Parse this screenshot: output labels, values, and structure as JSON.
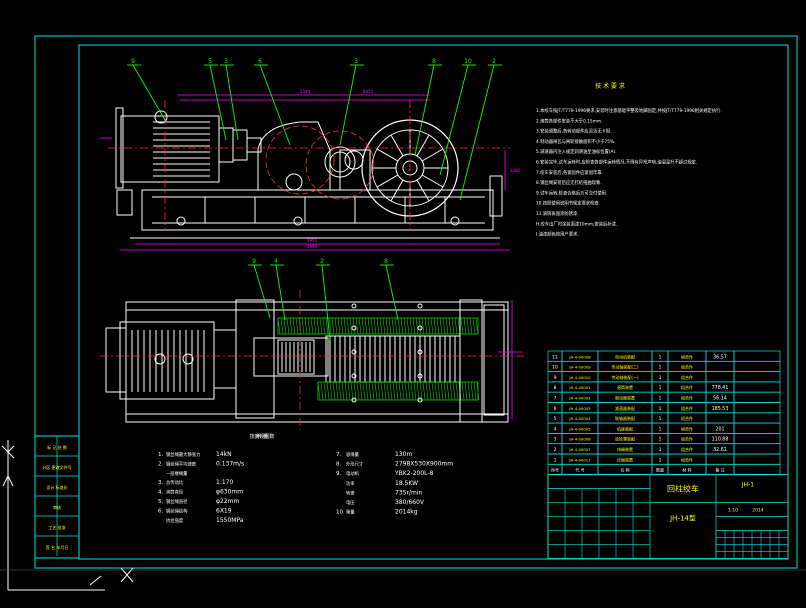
{
  "colors": {
    "background": "#000000",
    "frame": "#00e5e5",
    "outline": "#ffffff",
    "callout": "#00ff00",
    "centerline": "#ff3030",
    "dimension": "#ff00ff",
    "hatch": "#00d000",
    "text_white": "#ffffff",
    "text_cyan": "#00e5e5",
    "text_yellow": "#ffff00"
  },
  "front_view": {
    "callouts": [
      "9",
      "5",
      "3",
      "6",
      "3",
      "8",
      "10",
      "2"
    ],
    "dimensions": {
      "top_a": "5544",
      "top_b": "8475",
      "overall": "3950",
      "base": "3990",
      "height": "1085"
    }
  },
  "plan_view": {
    "callouts": [
      "9",
      "4",
      "2",
      "8"
    ],
    "caption": "俯视图"
  },
  "tech_requirements": {
    "title": "技 术 要 求",
    "lines": [
      "1.本绞车按JT/T779-1996要求,安装时注意基础平整及地脚固定,并按JT/T779-1996相关规定执行.",
      "2.滚筒各部件安装不大于0.15mm.",
      "3.安装调整后,各转动部件应灵活无卡阻.",
      "4.制动器闸瓦与闸轮接触面积不小于75%.",
      "5.减速器内注入规定润滑油至油标位置(A).",
      "6.安装完毕,试车运转时,应检查各部件运转情况,不得有异常声响,油温温升不超过规定.",
      "7.绞车安装后,各紧固件应紧固牢靠.",
      "8.钢丝绳安装后应无打结扭曲现象.",
      "9.试车运转,检查合格后方可交付使用.",
      "10.按照使用说明书规定要求检查.",
      "11.滚筒表面涂防锈漆.",
      "H.绞车出厂时涂装面漆10mm,安装后补漆.",
      "I.油漆颜色按用户要求."
    ]
  },
  "specs": {
    "title": "技 术 参 数",
    "left": [
      {
        "no": "1.",
        "label": "钢丝绳最大静张力",
        "value": "14kN"
      },
      {
        "no": "2.",
        "label": "钢丝绳平均速度",
        "value": "0.137m/s"
      },
      {
        "no": "",
        "label": "一层缠绳量",
        "value": ""
      },
      {
        "no": "3.",
        "label": "总传动比",
        "value": "1:170"
      },
      {
        "no": "4.",
        "label": "滚筒直径",
        "value": "φ630mm"
      },
      {
        "no": "5.",
        "label": "钢丝绳直径",
        "value": "φ22mm"
      },
      {
        "no": "6.",
        "label": "钢丝绳结构",
        "value": "6X19"
      },
      {
        "no": "",
        "label": "抗拉强度",
        "value": "1550MPa"
      }
    ],
    "right": [
      {
        "no": "7.",
        "label": "容绳量",
        "value": "130m"
      },
      {
        "no": "8.",
        "label": "外形尺寸",
        "value": "2798X530X900mm"
      },
      {
        "no": "9.",
        "label": "电动机",
        "value": "YBK2-200L-8"
      },
      {
        "no": "",
        "label": "功率",
        "value": "18.5KW"
      },
      {
        "no": "",
        "label": "转速",
        "value": "735r/min"
      },
      {
        "no": "",
        "label": "电压",
        "value": "380/660V"
      },
      {
        "no": "10.",
        "label": "重量",
        "value": "2014kg"
      }
    ]
  },
  "bom": {
    "rows": [
      {
        "no": "11",
        "code": "JH-4-00008",
        "name": "电动机装配",
        "qty": "1",
        "mat": "组合件",
        "mass": "36.57"
      },
      {
        "no": "10",
        "code": "JH-4-00009",
        "name": "传动轴装配(二)",
        "qty": "1",
        "mat": "组合件",
        "mass": ""
      },
      {
        "no": "9",
        "code": "JH-4-00010",
        "name": "传动轴装配(一)",
        "qty": "1",
        "mat": "组合件",
        "mass": ""
      },
      {
        "no": "8",
        "code": "JH-4-00001",
        "name": "滚筒装置",
        "qty": "1",
        "mat": "组合件",
        "mass": "778.41"
      },
      {
        "no": "7",
        "code": "JH-4-00002",
        "name": "制动器装置",
        "qty": "1",
        "mat": "组合件",
        "mass": "56.14"
      },
      {
        "no": "6",
        "code": "JH-4-00003",
        "name": "减速器装配",
        "qty": "1",
        "mat": "组合件",
        "mass": "185.53"
      },
      {
        "no": "5",
        "code": "JH-4-00004",
        "name": "联轴器装配",
        "qty": "1",
        "mat": "组合件",
        "mass": ""
      },
      {
        "no": "4",
        "code": "JH-4-00005",
        "name": "机座装配",
        "qty": "1",
        "mat": "组合件",
        "mass": "201"
      },
      {
        "no": "3",
        "code": "JH-4-00006",
        "name": "齿轮罩装配",
        "qty": "1",
        "mat": "组合件",
        "mass": "110.88"
      },
      {
        "no": "2",
        "code": "JH-4-00007",
        "name": "排绳装置",
        "qty": "1",
        "mat": "组合件",
        "mass": "32.61"
      },
      {
        "no": "1",
        "code": "JH-4-00011",
        "name": "压绳装置",
        "qty": "1",
        "mat": "组合件",
        "mass": ""
      }
    ],
    "header": [
      "序号",
      "代 号",
      "名 称",
      "数量",
      "材 料",
      "备 注"
    ]
  },
  "title_block": {
    "title": "回柱绞车",
    "model": "JH-14型",
    "drawing_no": "JH-1",
    "scale": "1:10",
    "weight": "2014"
  },
  "left_panel": {
    "rows": [
      "标 记 处 数",
      "分区 更改文件号",
      "设计 标准化",
      "审核",
      "工艺 批准",
      "签 名 年月日"
    ]
  }
}
